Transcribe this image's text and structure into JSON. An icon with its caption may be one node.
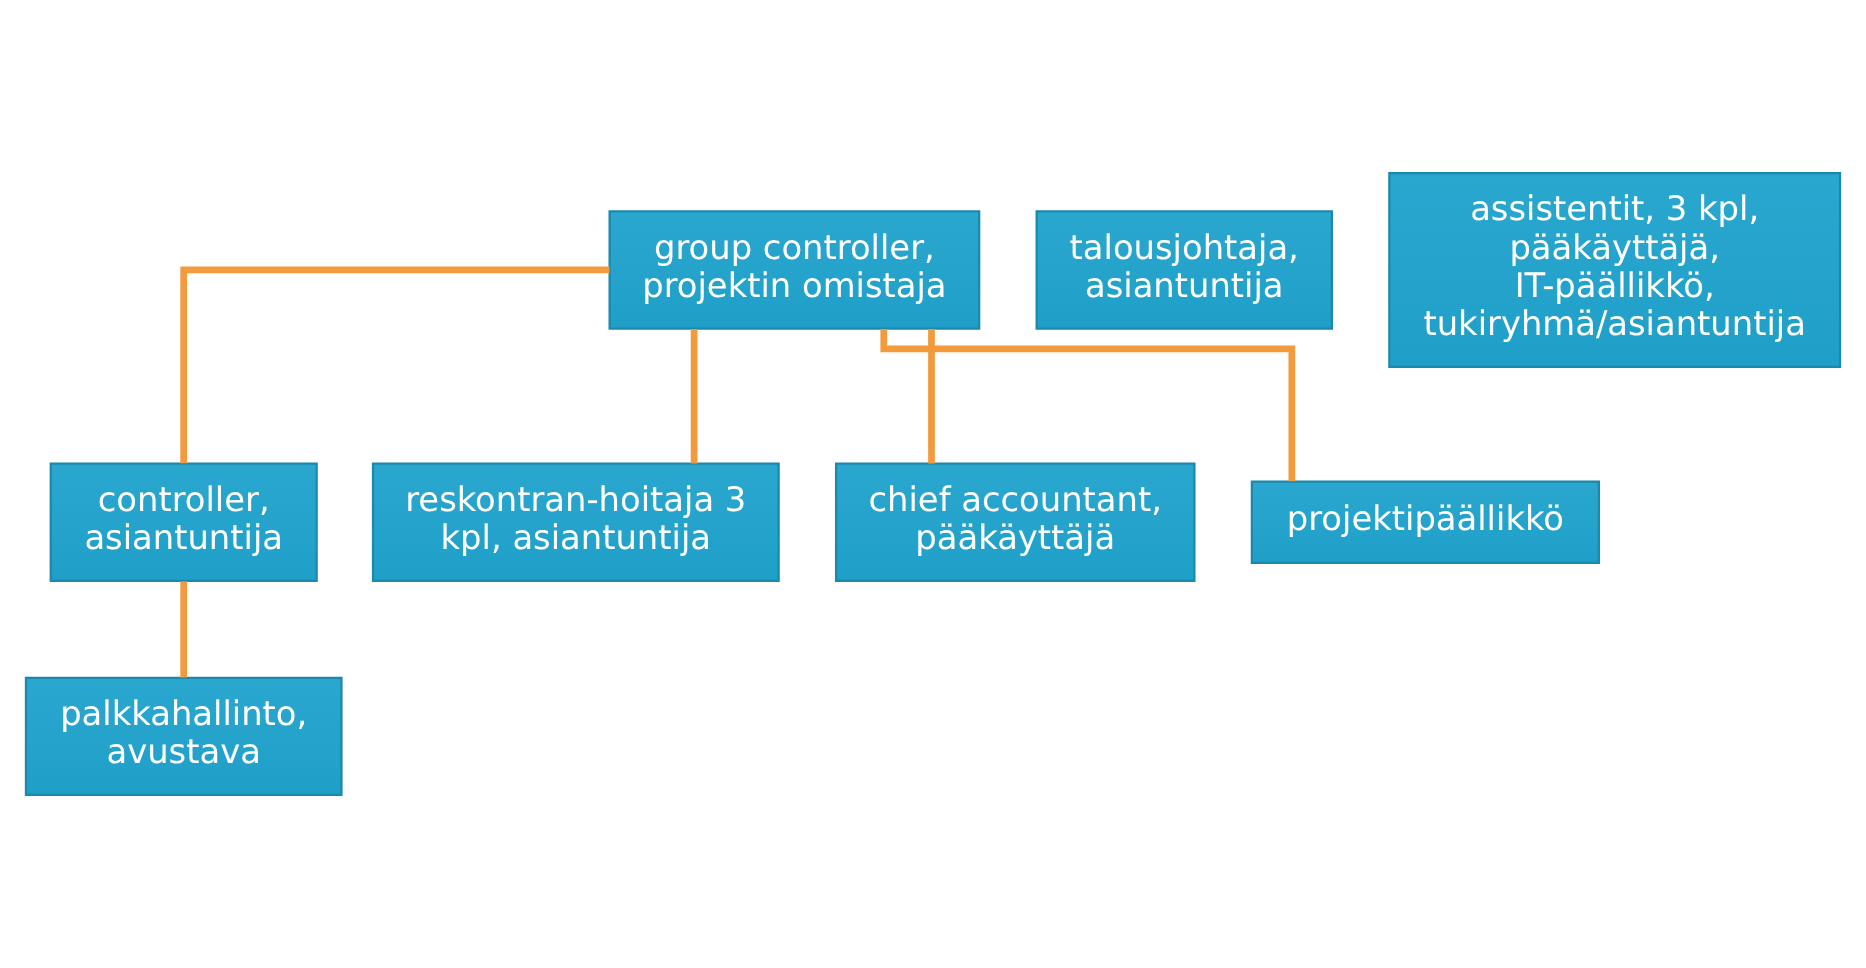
{
  "diagram": {
    "nodes": [
      {
        "text": [
          "group controller, projektin omistaja"
        ]
      },
      {
        "text": [
          "talousjohtaja, asiantuntija"
        ]
      },
      {
        "text": [
          "assistentit, 3 kpl, pääkäyttäjä, IT-päällikkö, tukiryhmä/asiantuntija"
        ]
      },
      {
        "text": [
          "controller, asiantuntija"
        ]
      },
      {
        "text": [
          "reskontran-hoitaja 3 kpl, asiantuntija"
        ]
      },
      {
        "text": [
          "chief accountant, pääkäyttäjä"
        ]
      },
      {
        "text": [
          "projektipäällikkö"
        ]
      },
      {
        "text": [
          "palkkahallinto, avustava"
        ]
      }
    ],
    "edges": [
      {
        "from": 0,
        "to": 3,
        "arrow": "none"
      },
      {
        "from": 0,
        "to": 4,
        "arrow": "none"
      },
      {
        "from": 0,
        "to": 5,
        "arrow": "none"
      },
      {
        "from": 0,
        "to": 6,
        "arrow": "none"
      },
      {
        "from": 3,
        "to": 7,
        "arrow": "none"
      }
    ]
  }
}
